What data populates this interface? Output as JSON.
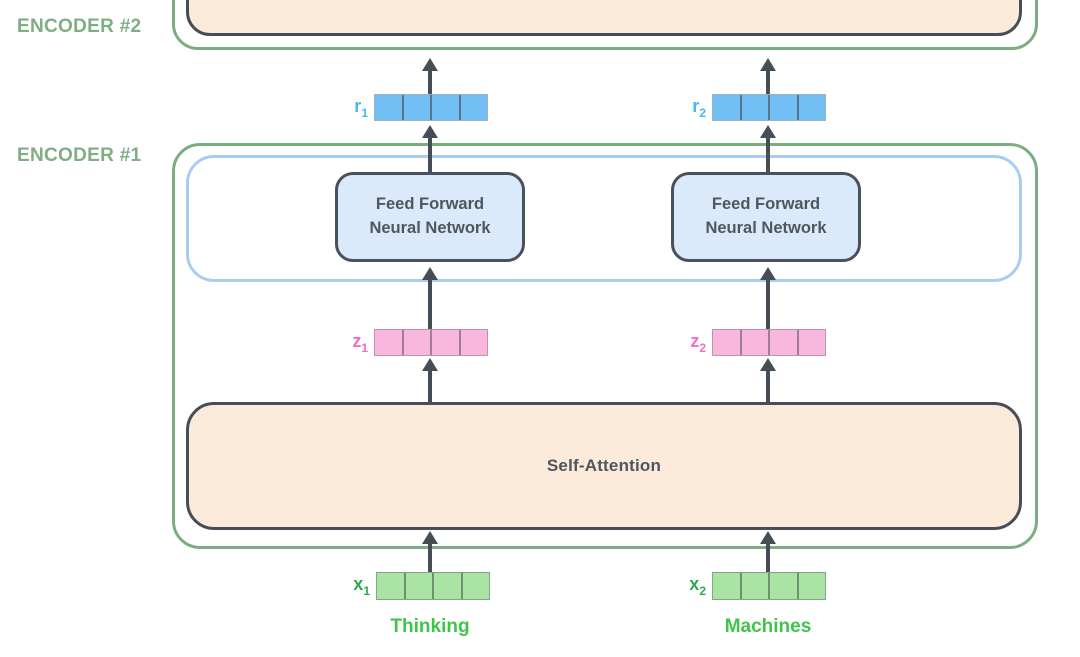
{
  "labels": {
    "encoder2": "ENCODER #2",
    "encoder1": "ENCODER #1",
    "self_attention": "Self-Attention",
    "ffnn_line1": "Feed Forward",
    "ffnn_line2": "Neural Network"
  },
  "columns": [
    {
      "word": "Thinking",
      "r_base": "r",
      "r_sub": "1",
      "z_base": "z",
      "z_sub": "1",
      "x_base": "x",
      "x_sub": "1"
    },
    {
      "word": "Machines",
      "r_base": "r",
      "r_sub": "2",
      "z_base": "z",
      "z_sub": "2",
      "x_base": "x",
      "x_sub": "2"
    }
  ],
  "colors": {
    "encoder_outline_green": "#7bad81",
    "encoder_label_green": "#7fae85",
    "attention_fill_peach": "#fcebda",
    "dark_border_slate": "#454e57",
    "ffnn_fill_blue": "#dbeafa",
    "ffnn_border": "#49525b",
    "inner_layer_outline_blue": "#a7cdf3",
    "r_vector_blue": "#70bef4",
    "r_label_blue": "#4ab5f2",
    "z_vector_pink": "#fab7de",
    "z_label_pink": "#f06ec4",
    "x_vector_green": "#a9e4a4",
    "x_label_green": "#2ea94d",
    "word_green": "#41c44a",
    "arrow_slate": "#454e57"
  }
}
